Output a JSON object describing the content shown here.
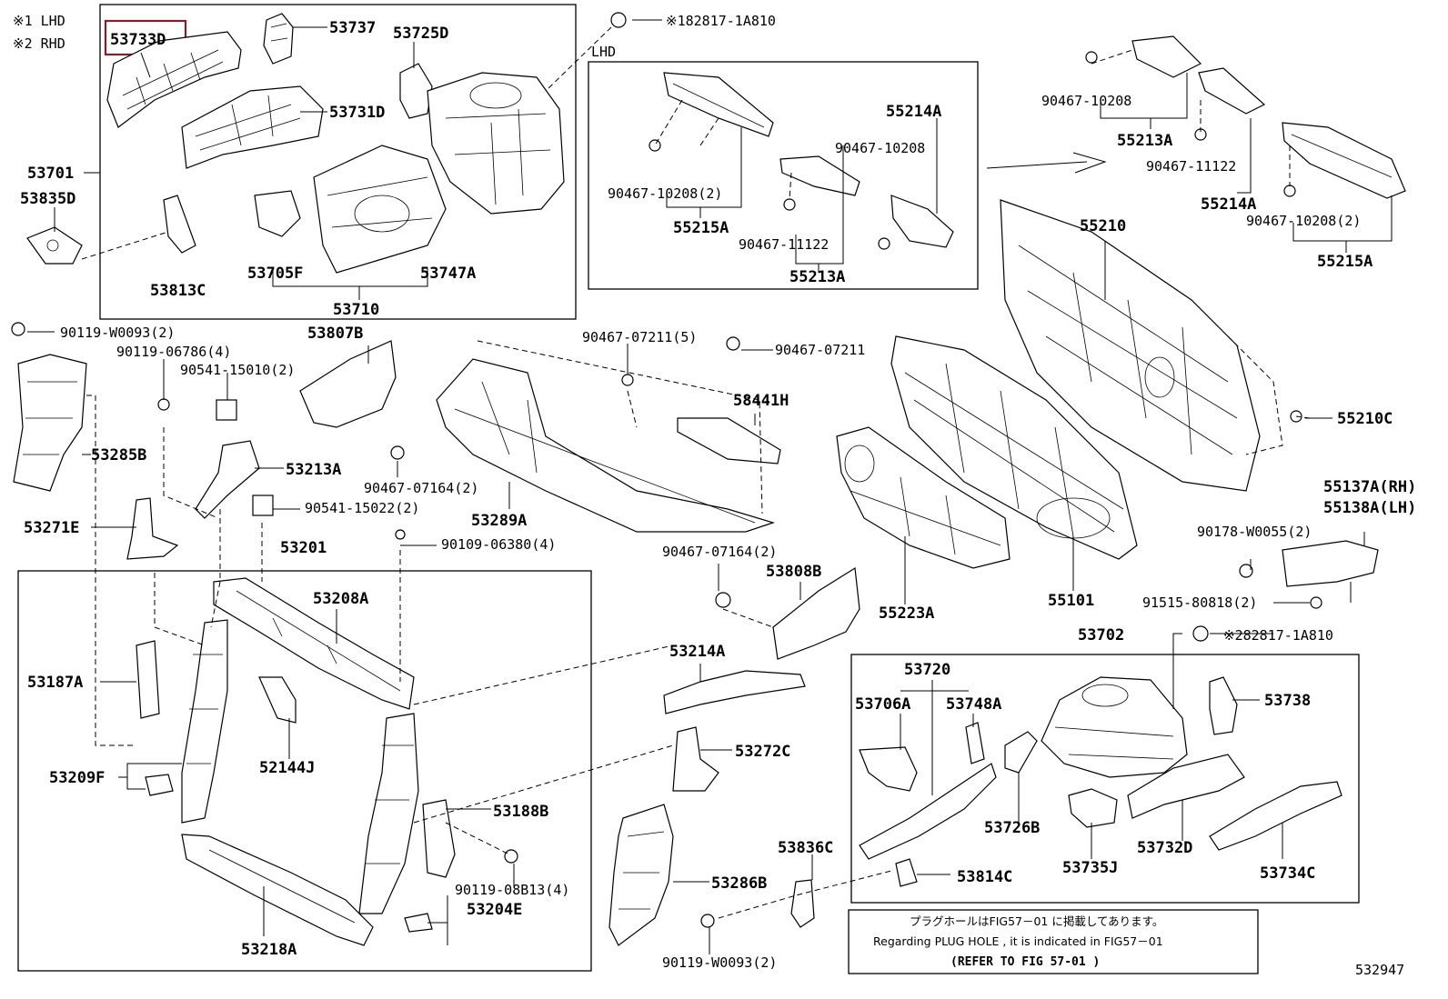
{
  "diagram_id": "532947",
  "legend": [
    "※1 LHD",
    "※2 RHD"
  ],
  "lhd_box_label": "LHD",
  "note": {
    "jp": "プラグホールはFIG57－01 に掲載してあります。",
    "en": "Regarding PLUG HOLE , it is indicated in FIG57－01",
    "ref": "(REFER TO FIG 57-01 )"
  },
  "highlighted_part": "53733D",
  "labels": {
    "p53733D": "53733D",
    "p53737": "53737",
    "p53725D": "53725D",
    "p82817_1": "※182817-1A810",
    "p53731D": "53731D",
    "p53701": "53701",
    "p53835D": "53835D",
    "p53813C": "53813C",
    "p53705F": "53705F",
    "p53747A": "53747A",
    "p53710": "53710",
    "p90467_10208_2a": "90467-10208(2)",
    "p55215A_a": "55215A",
    "p55214A_a": "55214A",
    "p90467_10208_a": "90467-10208",
    "p90467_11122_a": "90467-11122",
    "p55213A_a": "55213A",
    "p90467_10208_b": "90467-10208",
    "p55213A_b": "55213A",
    "p90467_11122_b": "90467-11122",
    "p55214A_b": "55214A",
    "p90467_10208_2b": "90467-10208(2)",
    "p55215A_b": "55215A",
    "p90119_W0093_2a": "90119-W0093(2)",
    "p90119_06786": "90119-06786(4)",
    "p90541_15010": "90541-15010(2)",
    "p53807B": "53807B",
    "p90467_07211_5": "90467-07211(5)",
    "p90467_07211": "90467-07211",
    "p58441H": "58441H",
    "p55210": "55210",
    "p53285B": "53285B",
    "p53213A": "53213A",
    "p90467_07164_2a": "90467-07164(2)",
    "p90541_15022": "90541-15022(2)",
    "p53289A": "53289A",
    "p55210C": "55210C",
    "p53271E": "53271E",
    "p53201": "53201",
    "p90109_06380": "90109-06380(4)",
    "p55137A": "55137A(RH)",
    "p55138A": "55138A(LH)",
    "p90178_W0055": "90178-W0055(2)",
    "p90467_07164_2b": "90467-07164(2)",
    "p53808B": "53808B",
    "p53208A": "53208A",
    "p55223A": "55223A",
    "p55101": "55101",
    "p91515_80818": "91515-80818(2)",
    "p53702": "53702",
    "p82817_2": "※282817-1A810",
    "p53214A": "53214A",
    "p53187A": "53187A",
    "p53720": "53720",
    "p53706A": "53706A",
    "p53748A": "53748A",
    "p53738": "53738",
    "p53272C": "53272C",
    "p53209F": "53209F",
    "p52144J": "52144J",
    "p53188B": "53188B",
    "p53726B": "53726B",
    "p53732D": "53732D",
    "p53836C": "53836C",
    "p53735J": "53735J",
    "p53734C": "53734C",
    "p53814C": "53814C",
    "p53286B": "53286B",
    "p90119_08B13": "90119-08B13(4)",
    "p53204E": "53204E",
    "p53218A": "53218A",
    "p90119_W0093_2b": "90119-W0093(2)"
  }
}
